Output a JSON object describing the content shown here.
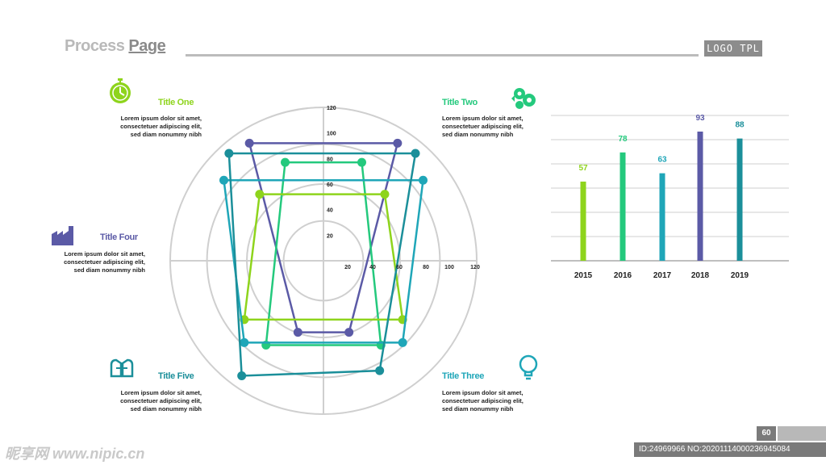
{
  "header": {
    "title_word1": "Process",
    "title_word2": "Page",
    "logo": "LOGO TPL"
  },
  "page_number": "60",
  "colors": {
    "lime": "#8ed41c",
    "green": "#24c97d",
    "teal": "#1fa6b8",
    "indigo": "#5b5aa6",
    "deep_teal": "#1b8f9a",
    "ring": "#cfcfcf"
  },
  "blocks": [
    {
      "title": "Title One",
      "color": "#8ed41c",
      "icon": "stopwatch-icon",
      "lines": [
        "Lorem ipsum dolor sit amet,",
        "consectetuer adipiscing elit,",
        "sed diam nonummy nibh"
      ]
    },
    {
      "title": "Title Two",
      "color": "#24c97d",
      "icon": "puzzle-gears-icon",
      "lines": [
        "Lorem ipsum dolor sit amet,",
        "consectetuer adipiscing elit,",
        "sed diam nonummy nibh"
      ]
    },
    {
      "title": "Title Three",
      "color": "#1fa6b8",
      "icon": "lightbulb-icon",
      "lines": [
        "Lorem ipsum dolor sit amet,",
        "consectetuer adipiscing elit,",
        "sed diam nonummy nibh"
      ]
    },
    {
      "title": "Title Four",
      "color": "#5b5aa6",
      "icon": "factory-icon",
      "lines": [
        "Lorem ipsum dolor sit amet,",
        "consectetuer adipiscing elit,",
        "sed diam nonummy nibh"
      ]
    },
    {
      "title": "Title Five",
      "color": "#1b8f9a",
      "icon": "handshake-icon",
      "lines": [
        "Lorem ipsum dolor sit amet,",
        "consectetuer adipiscing elit,",
        "sed diam nonummy nibh"
      ]
    }
  ],
  "watermark": {
    "left": "昵享网 www.nipic.cn",
    "right": "ID:24969966 NO:20201114000236945084"
  },
  "chart_data": [
    {
      "type": "radar",
      "radial_ticks": [
        "20",
        "40",
        "60",
        "80",
        "100",
        "120"
      ],
      "horizontal_ticks": [
        "20",
        "40",
        "60",
        "80",
        "100",
        "120"
      ],
      "max": 120,
      "series": [
        {
          "color": "#5b5aa6",
          "points": [
            [
              -58,
              92
            ],
            [
              58,
              92
            ],
            [
              20,
              -56
            ],
            [
              -20,
              -56
            ]
          ]
        },
        {
          "color": "#24c97d",
          "points": [
            [
              -30,
              77
            ],
            [
              30,
              77
            ],
            [
              45,
              -66
            ],
            [
              -45,
              -66
            ]
          ]
        },
        {
          "color": "#8ed41c",
          "points": [
            [
              -50,
              52
            ],
            [
              48,
              52
            ],
            [
              62,
              -46
            ],
            [
              -62,
              -46
            ]
          ]
        },
        {
          "color": "#1fa6b8",
          "points": [
            [
              -78,
              63
            ],
            [
              78,
              63
            ],
            [
              62,
              -64
            ],
            [
              -62,
              -64
            ]
          ]
        },
        {
          "color": "#1b8f9a",
          "points": [
            [
              -74,
              84
            ],
            [
              72,
              84
            ],
            [
              44,
              -86
            ],
            [
              -64,
              -90
            ]
          ]
        }
      ]
    },
    {
      "type": "bar",
      "categories": [
        "2015",
        "2016",
        "2017",
        "2018",
        "2019"
      ],
      "values": [
        57,
        78,
        63,
        93,
        88
      ],
      "colors": [
        "#8ed41c",
        "#24c97d",
        "#1fa6b8",
        "#5b5aa6",
        "#1b8f9a"
      ],
      "ylim": [
        0,
        100
      ],
      "grid": true
    }
  ]
}
